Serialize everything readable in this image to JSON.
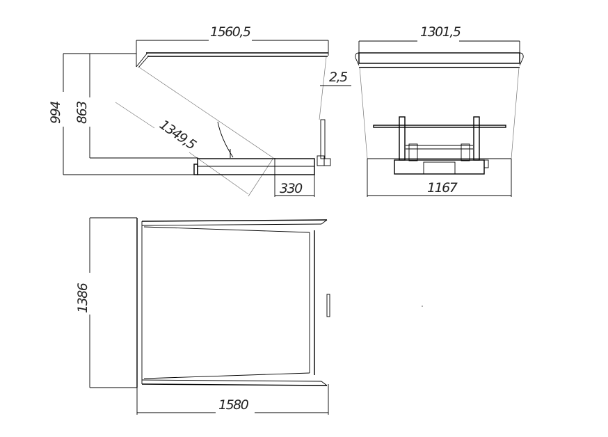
{
  "drawing": {
    "side_view": {
      "dims": {
        "overall_length": "1560,5",
        "overall_height": "994",
        "body_height": "863",
        "tilt_length": "1349,5",
        "base_offset": "330",
        "wall_offset": "2,5"
      }
    },
    "front_view": {
      "dims": {
        "top_width": "1301,5",
        "base_width": "1167"
      }
    },
    "top_view": {
      "dims": {
        "width": "1386",
        "length": "1580"
      }
    }
  }
}
